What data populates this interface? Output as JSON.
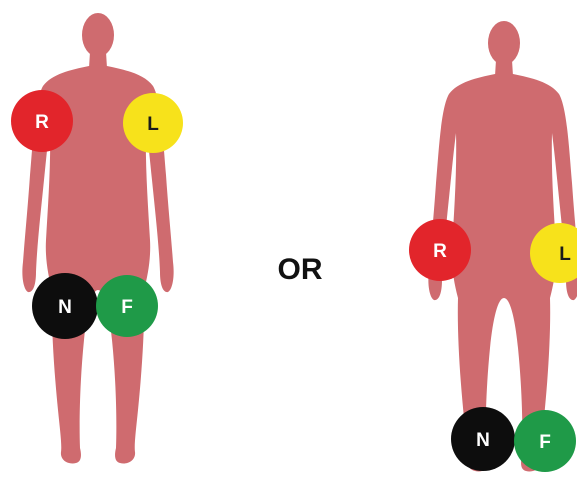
{
  "separator": {
    "text": "OR"
  },
  "colors": {
    "body": "#cf6b6f",
    "red": "#e2252b",
    "yellow": "#f7e21b",
    "black": "#0d0d0d",
    "green": "#1f9a48"
  },
  "figures": [
    {
      "placement": "limb-root (shoulders and upper thighs)",
      "electrodes": [
        {
          "letter": "R",
          "color": "red"
        },
        {
          "letter": "L",
          "color": "yellow"
        },
        {
          "letter": "N",
          "color": "black"
        },
        {
          "letter": "F",
          "color": "green"
        }
      ]
    },
    {
      "placement": "distal limbs (wrists and ankles)",
      "electrodes": [
        {
          "letter": "R",
          "color": "red"
        },
        {
          "letter": "L",
          "color": "yellow"
        },
        {
          "letter": "N",
          "color": "black"
        },
        {
          "letter": "F",
          "color": "green"
        }
      ]
    }
  ]
}
